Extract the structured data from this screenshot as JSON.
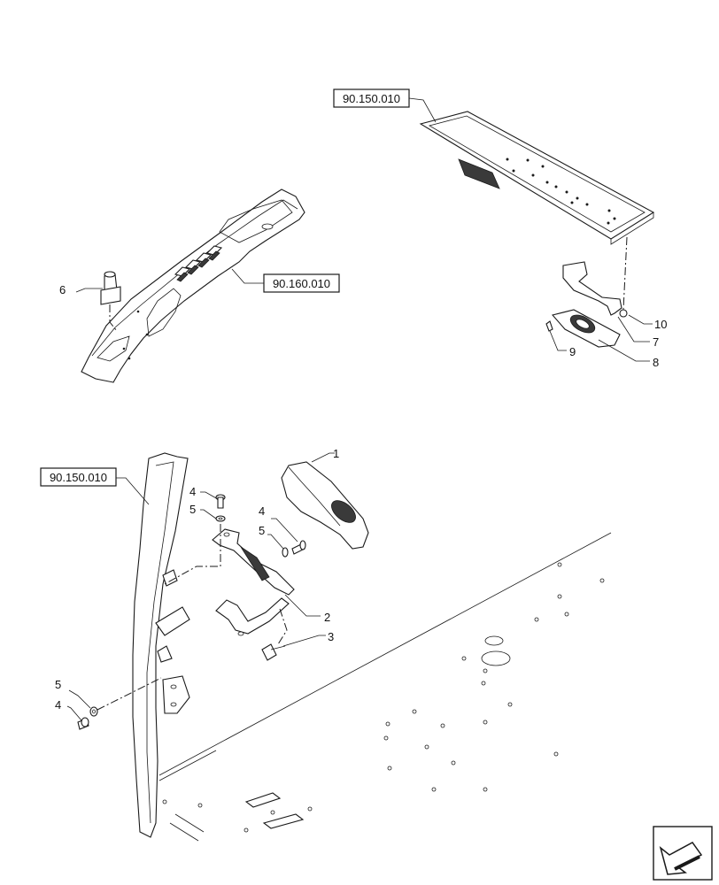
{
  "references": {
    "top_panel": "90.150.010",
    "dash_panel": "90.160.010",
    "pillar": "90.150.010"
  },
  "callouts": {
    "c1": "1",
    "c2": "2",
    "c3": "3",
    "c4a": "4",
    "c5a": "5",
    "c4b": "4",
    "c5b": "5",
    "c5c": "5",
    "c4c": "4",
    "c6": "6",
    "c7": "7",
    "c8": "8",
    "c9": "9",
    "c10": "10"
  },
  "icons": {
    "navigation": "next-page-arrow-icon"
  }
}
